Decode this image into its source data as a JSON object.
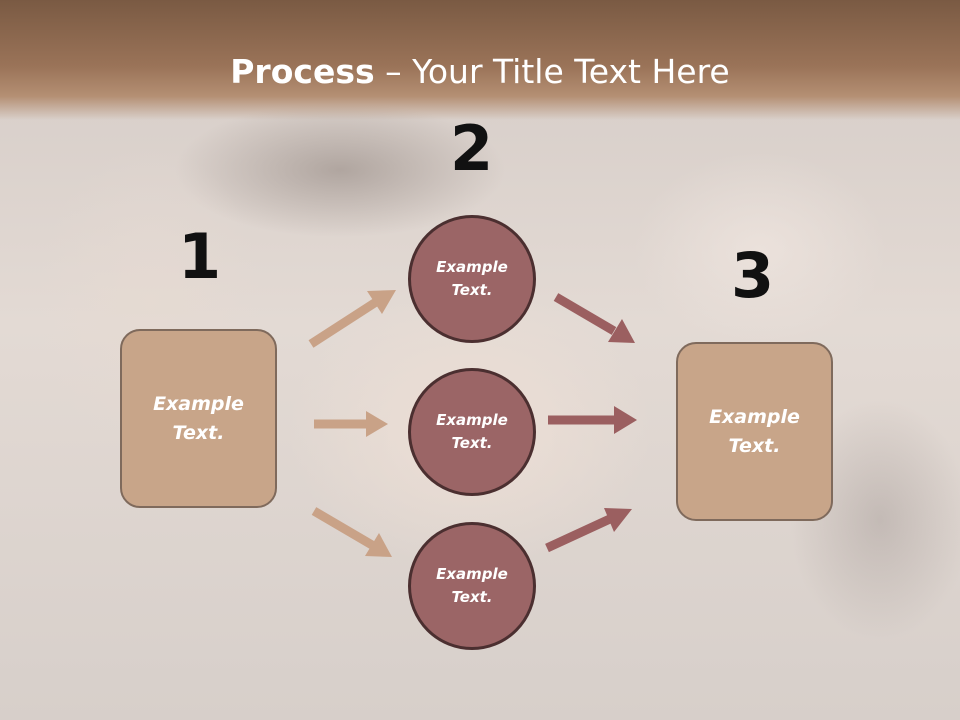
{
  "slide": {
    "title_bold": "Process",
    "title_rest": " – Your Title Text Here"
  },
  "steps": [
    {
      "number": "1",
      "text": "Example\nText."
    },
    {
      "number": "2",
      "text": "Example\nText."
    },
    {
      "number": "3",
      "text": "Example\nText."
    }
  ],
  "circles": [
    {
      "text": "Example\nText."
    },
    {
      "text": "Example\nText."
    },
    {
      "text": "Example\nText."
    }
  ],
  "colors": {
    "header": "#9a7358",
    "box_fill": "#c8a589",
    "circle_fill": "#9b6566",
    "arrow_left": "#c9a287",
    "arrow_right": "#9b5f60"
  }
}
